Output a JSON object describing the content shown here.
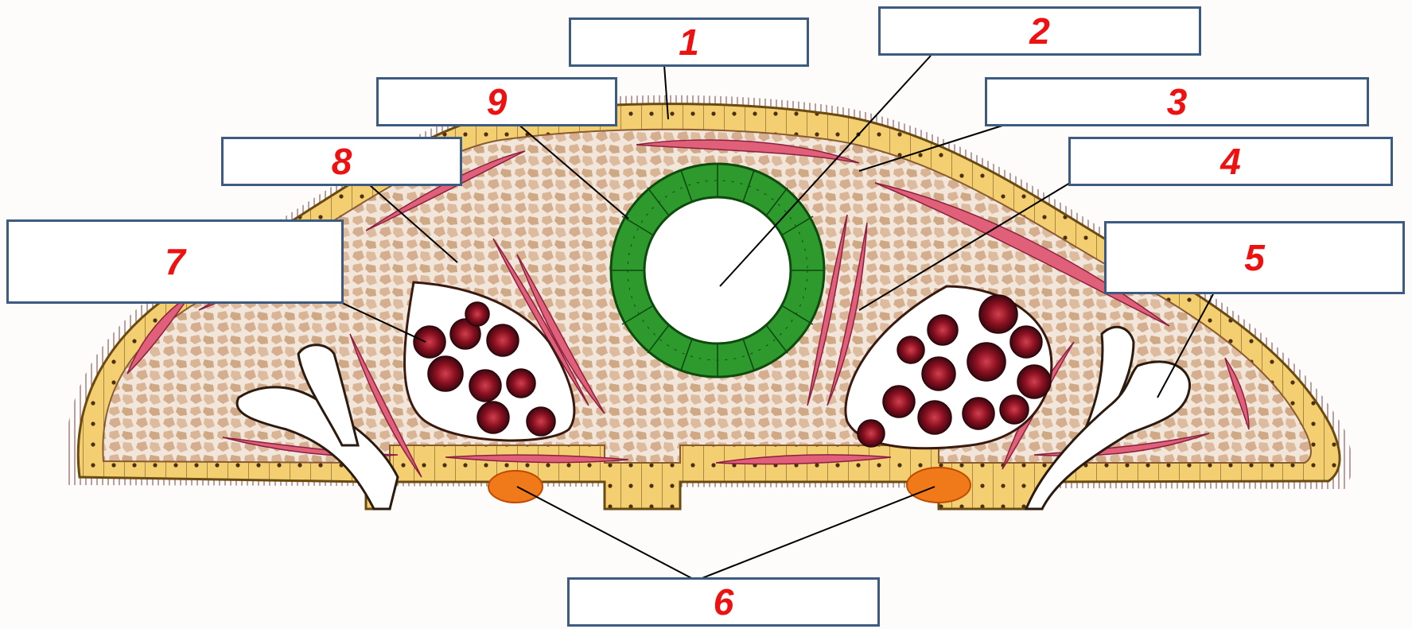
{
  "labels": [
    {
      "id": "1",
      "text": "1"
    },
    {
      "id": "2",
      "text": "2"
    },
    {
      "id": "3",
      "text": "3"
    },
    {
      "id": "4",
      "text": "4"
    },
    {
      "id": "5",
      "text": "5"
    },
    {
      "id": "6",
      "text": "6"
    },
    {
      "id": "7",
      "text": "7"
    },
    {
      "id": "8",
      "text": "8"
    },
    {
      "id": "9",
      "text": "9"
    }
  ],
  "colors": {
    "epidermis": "#f3cf72",
    "parenchyma": "#e8c9ae",
    "muscle": "#e0607a",
    "intestine": "#2e9a2e",
    "gonad": "#8a1020",
    "nerve": "#f07a1a",
    "label_border": "#3d5a80",
    "label_text": "#ee1111"
  }
}
